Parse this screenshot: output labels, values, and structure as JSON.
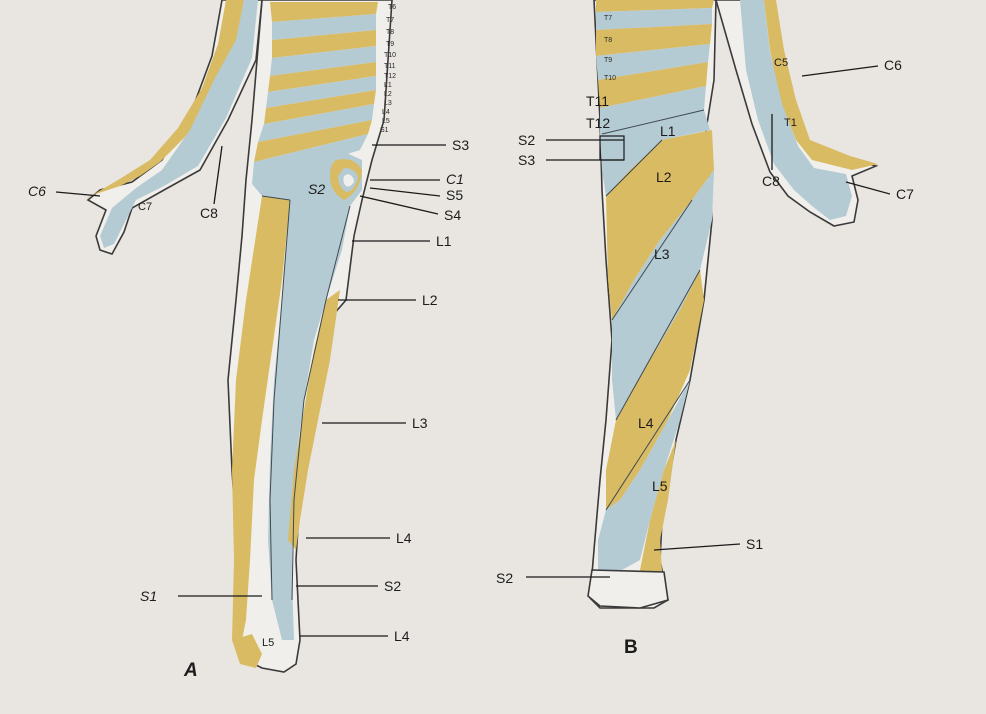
{
  "figure": {
    "panel_a_label": "A",
    "panel_b_label": "B",
    "colors": {
      "background": "#e9e6e1",
      "dermatome_yellow": "#d9bb63",
      "dermatome_blue": "#b5cbd3",
      "skin": "#f1efeb",
      "outline": "#3a3a3a"
    }
  },
  "panel_a": {
    "labels": {
      "c6": "C6",
      "c7": "C7",
      "c8": "C8",
      "s3": "S3",
      "s2_buttock": "S2",
      "c1": "C1",
      "s5": "S5",
      "s4": "S4",
      "l1": "L1",
      "l2": "L2",
      "l3": "L3",
      "l4": "L4",
      "s1": "S1",
      "s2": "S2",
      "l4_foot": "L4",
      "l5_foot": "L5"
    },
    "spine_levels": [
      "T6",
      "T7",
      "T8",
      "T9",
      "T10",
      "T11",
      "T12",
      "L1",
      "L2",
      "L3",
      "L4",
      "L5",
      "S1"
    ]
  },
  "panel_b": {
    "labels": {
      "c6": "C6",
      "c5": "C5",
      "t1": "T1",
      "c8": "C8",
      "c7": "C7",
      "t11": "T11",
      "t12": "T12",
      "s2_hip": "S2",
      "s3_hip": "S3",
      "l1": "L1",
      "l2": "L2",
      "l3": "L3",
      "l4": "L4",
      "l5": "L5",
      "s1": "S1",
      "s2_foot": "S2"
    },
    "trunk_levels": [
      "T7",
      "T8",
      "T9",
      "T10"
    ]
  }
}
